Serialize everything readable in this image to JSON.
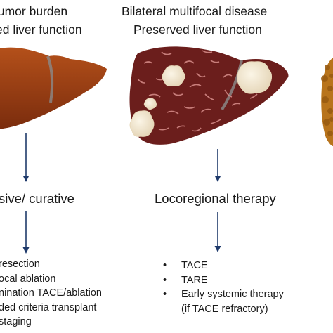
{
  "columns": [
    {
      "heading_lines": [
        "tumor burden",
        "ed liver function"
      ],
      "therapy": "sive/ curative",
      "options": [
        "resection",
        "ocal ablation",
        "nination TACE/ablation",
        "ded criteria transplant",
        "staging"
      ],
      "bullets_visible": false
    },
    {
      "heading_lines": [
        "Bilateral multifocal disease",
        "Preserved liver function"
      ],
      "therapy": "Locoregional therapy",
      "options": [
        "TACE",
        "TARE",
        "Early systemic therapy",
        "(if TACE refractory)"
      ],
      "bullet_glyph": "•"
    }
  ],
  "colors": {
    "arrow": "#1f3a6b",
    "healthy_liver_top": "#b24a16",
    "healthy_liver_bottom": "#7a2a0c",
    "diseased_liver": "#6b1e1c",
    "tumor_nodule": "#f2e8d2",
    "cirrhotic_liver": "#b8741c"
  }
}
